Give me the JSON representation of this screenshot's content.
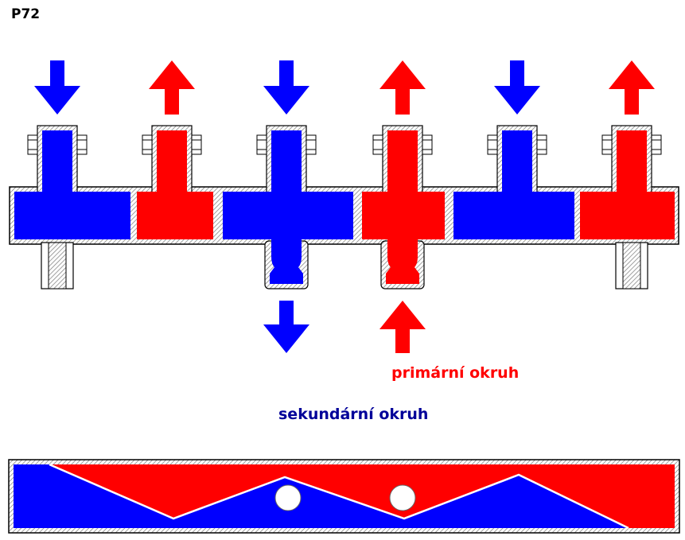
{
  "title": "P72",
  "labels": {
    "primary_circuit": "primární okruh",
    "secondary_circuit": "sekundární okruh"
  },
  "colors": {
    "hot": "#ff0000",
    "cold": "#0000ff",
    "secondary_text": "#000099",
    "primary_text": "#ff0000",
    "outline": "#000000",
    "hatch": "#888888"
  },
  "arrows": {
    "top": [
      "down",
      "up",
      "down",
      "up",
      "down",
      "up"
    ],
    "bottom": [
      "down",
      "up"
    ]
  },
  "chambers": [
    "cold",
    "hot",
    "cold",
    "hot",
    "cold",
    "hot"
  ],
  "top_ports": [
    "cold",
    "hot",
    "cold",
    "hot",
    "cold",
    "hot"
  ],
  "bottom_ports": [
    "plug",
    "cold",
    "hot",
    "plug"
  ]
}
